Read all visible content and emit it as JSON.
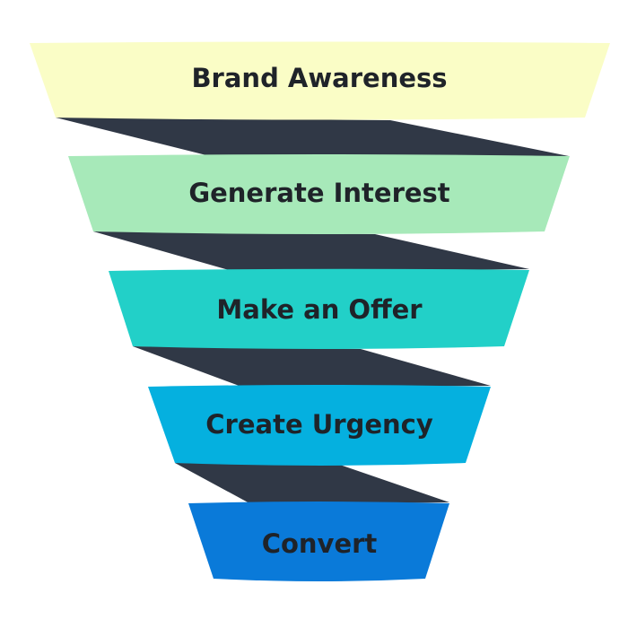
{
  "funnel": {
    "connector_color": "#303846",
    "text_color": "#1f2329",
    "stages": [
      {
        "label": "Brand Awareness",
        "color": "#fafdc6"
      },
      {
        "label": "Generate Interest",
        "color": "#a7e9b9"
      },
      {
        "label": "Make an Offer",
        "color": "#22d0c8"
      },
      {
        "label": "Create Urgency",
        "color": "#05b0df"
      },
      {
        "label": "Convert",
        "color": "#0a7ad9"
      }
    ]
  }
}
